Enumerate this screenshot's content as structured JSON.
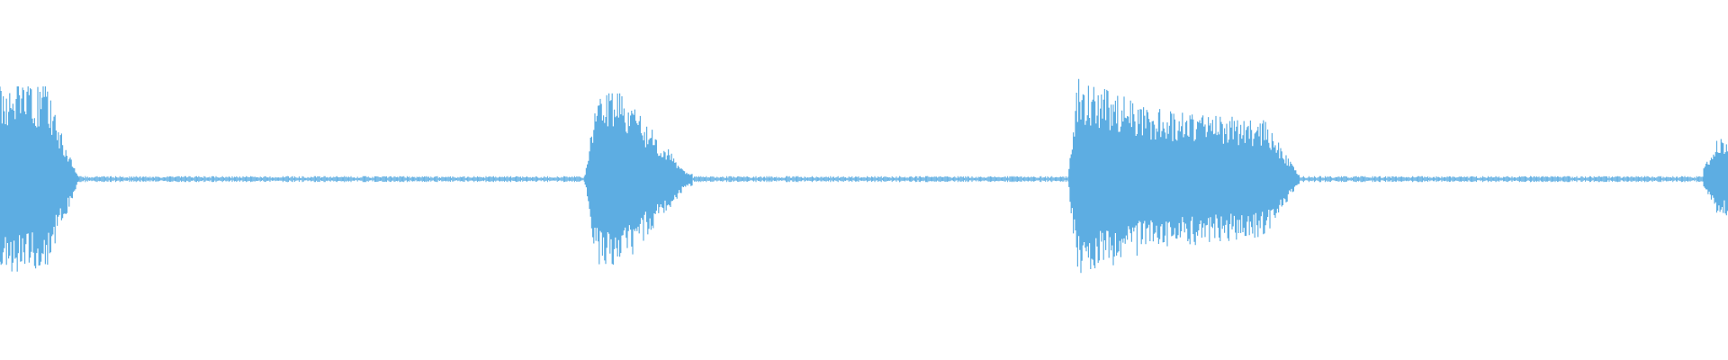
{
  "waveform": {
    "color": "#5dade2",
    "background": "#ffffff",
    "noise_floor_level": 0.03,
    "segments": [
      {
        "label": "burst-1",
        "start": 0.0,
        "end": 0.046,
        "peak_top": 0.92,
        "peak_bottom": 0.92,
        "envelope": "flat-then-decay"
      },
      {
        "label": "burst-2",
        "start": 0.338,
        "end": 0.401,
        "peak_top": 0.85,
        "peak_bottom": 0.88,
        "envelope": "attack-decay"
      },
      {
        "label": "burst-3",
        "start": 0.618,
        "end": 0.752,
        "peak_top": 1.0,
        "peak_bottom": 1.0,
        "envelope": "long-sustain-decay"
      },
      {
        "label": "burst-4",
        "start": 0.986,
        "end": 1.0,
        "peak_top": 0.44,
        "peak_bottom": 0.36,
        "envelope": "attack"
      }
    ]
  }
}
